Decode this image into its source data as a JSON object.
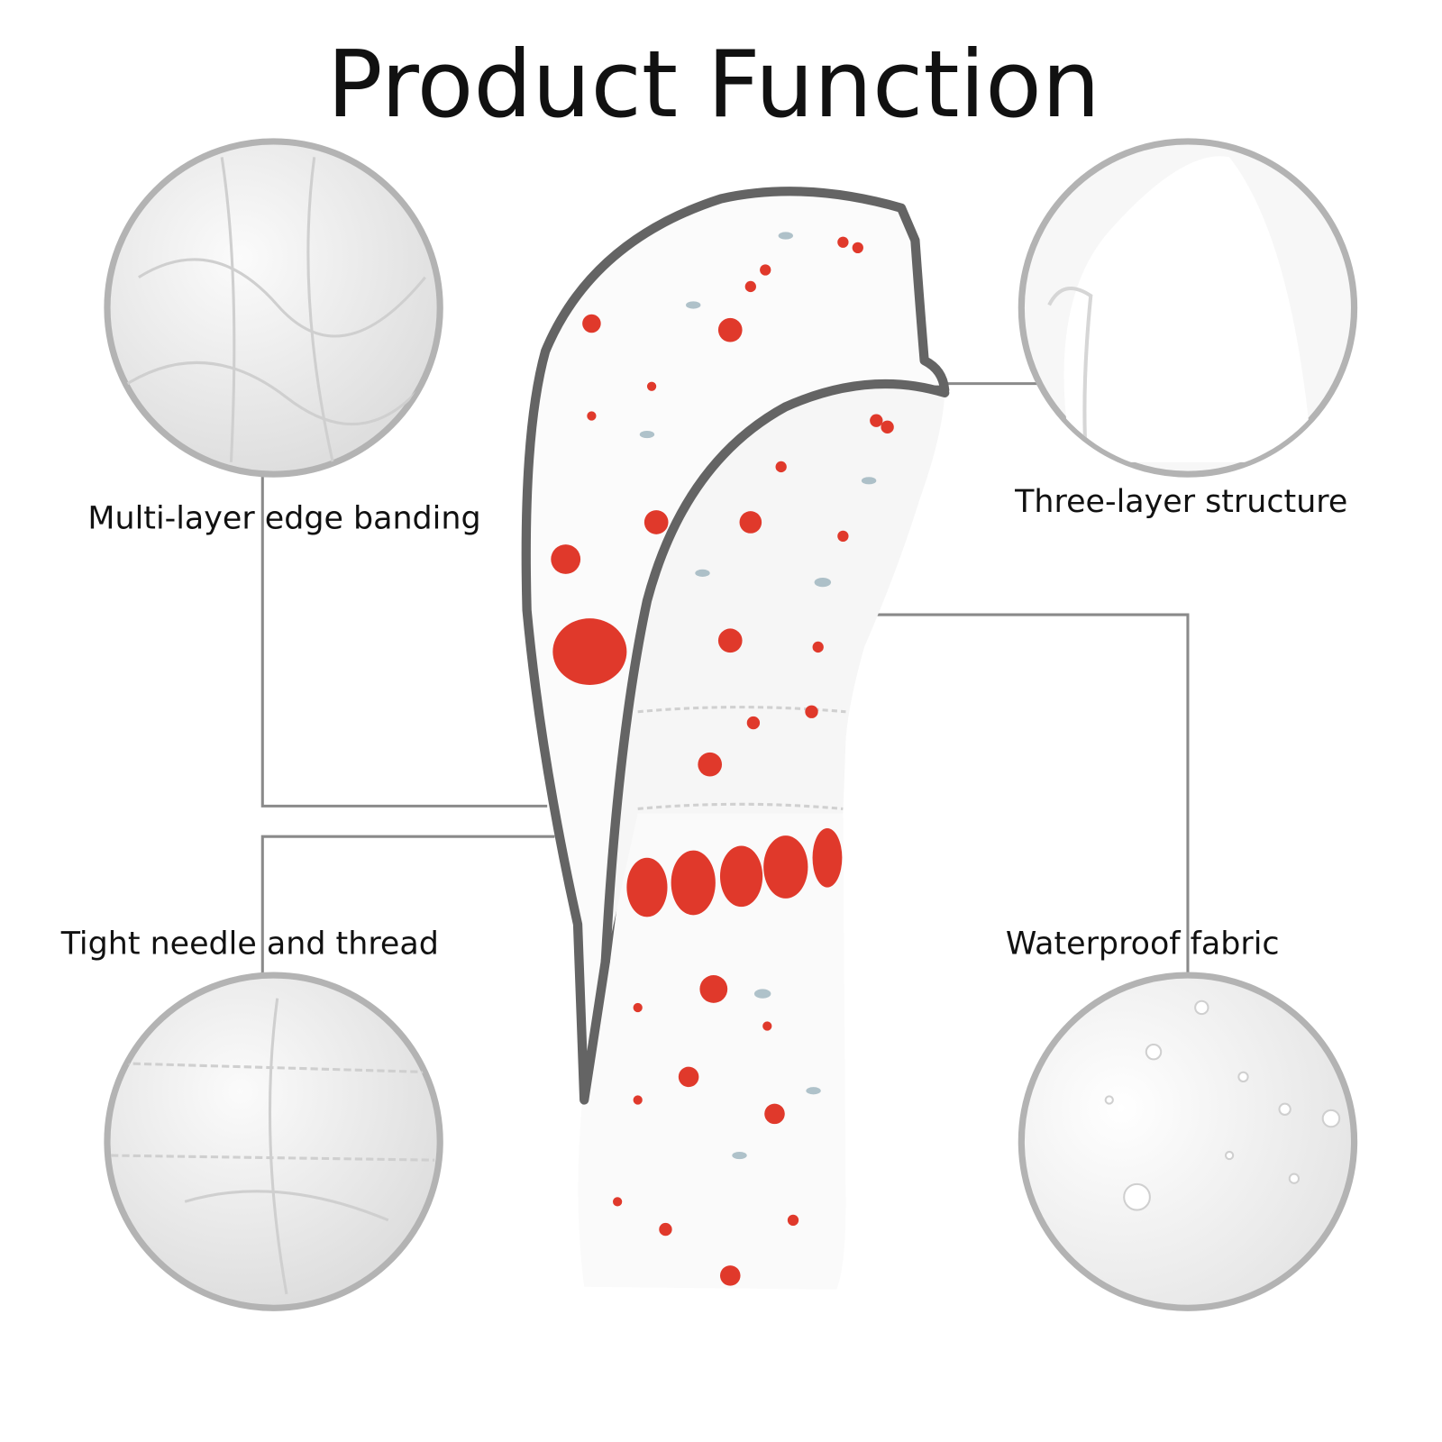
{
  "title": "Product Function",
  "features": [
    {
      "label": "Multi-layer edge banding"
    },
    {
      "label": "Three-layer structure"
    },
    {
      "label": "Tight needle and thread"
    },
    {
      "label": "Waterproof fabric"
    }
  ],
  "colors": {
    "trim": "#646464",
    "strawberry": "#e0392b",
    "leaf": "#8fa9b5",
    "ring": "#b3b3b3"
  }
}
